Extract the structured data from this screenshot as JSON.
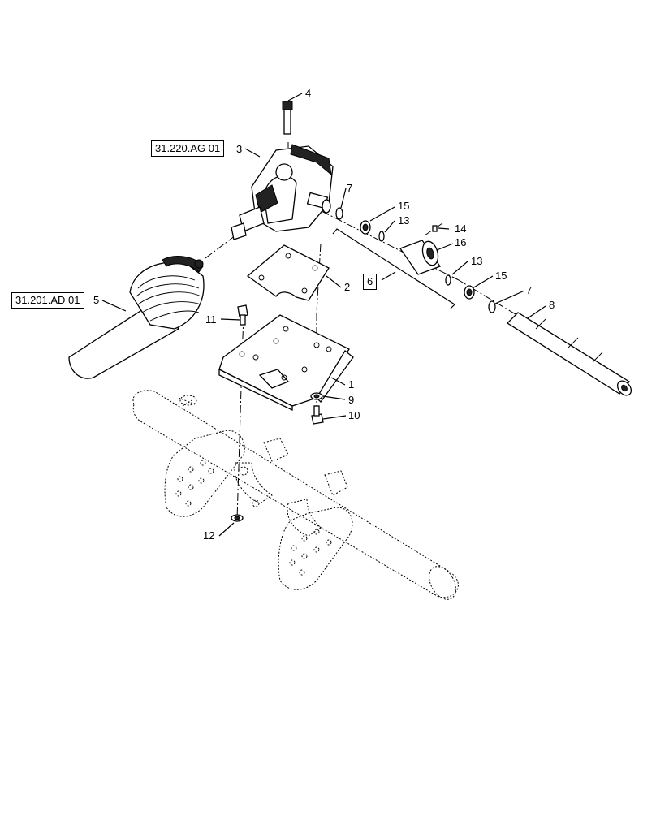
{
  "references": {
    "gearbox_ref": "31.220.AG 01",
    "driveline_ref": "31.201.AD 01",
    "kit_ref": "6"
  },
  "callouts": {
    "c1": "1",
    "c2": "2",
    "c3": "3",
    "c4": "4",
    "c5": "5",
    "c7a": "7",
    "c7b": "7",
    "c8": "8",
    "c9": "9",
    "c10": "10",
    "c11": "11",
    "c12": "12",
    "c13a": "13",
    "c13b": "13",
    "c14": "14",
    "c15a": "15",
    "c15b": "15",
    "c16": "16"
  }
}
